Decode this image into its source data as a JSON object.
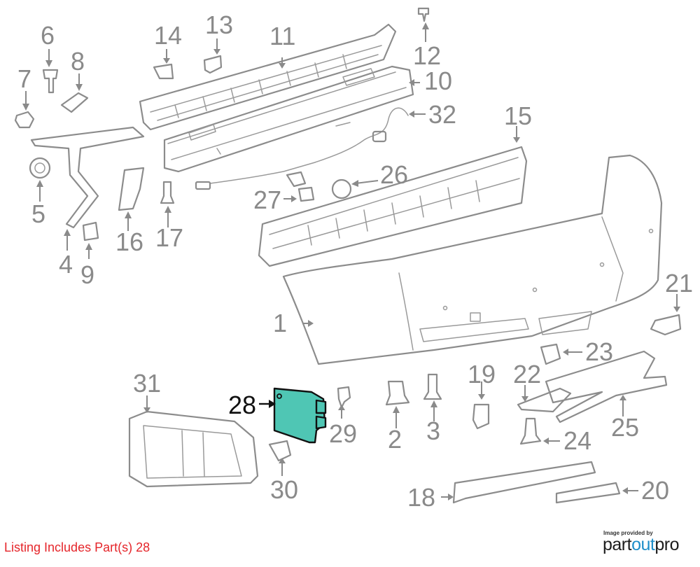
{
  "callouts": [
    "1",
    "2",
    "3",
    "4",
    "5",
    "6",
    "7",
    "8",
    "9",
    "10",
    "11",
    "12",
    "13",
    "14",
    "15",
    "16",
    "17",
    "18",
    "19",
    "20",
    "21",
    "22",
    "23",
    "24",
    "25",
    "26",
    "27",
    "28",
    "29",
    "30",
    "31",
    "32"
  ],
  "highlighted_part": "28",
  "listing_text": "Listing Includes Part(s) 28",
  "credit": {
    "caption": "Image provided by",
    "brand_part1": "part",
    "brand_part2": "out",
    "brand_part3": "pro"
  },
  "colors": {
    "highlight_fill": "#4fc6b4",
    "listing_text": "#e5252a",
    "logo_accent": "#1e8ec9"
  }
}
